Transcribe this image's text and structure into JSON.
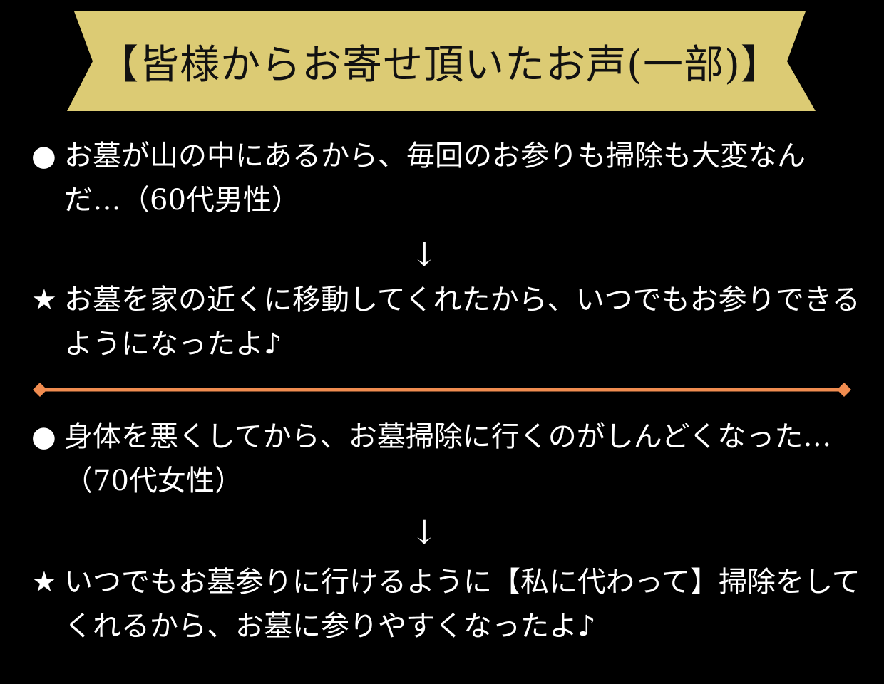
{
  "banner": {
    "title": "【皆様からお寄せ頂いたお声(一部)】",
    "fill_color": "#dccb74"
  },
  "accent_color": "#f08c50",
  "voices": [
    {
      "complaint": {
        "marker": "●",
        "line1": "お墓が山の中にあるから、毎回のお参りも掃除も大変なん",
        "line2": "だ…（60代男性）"
      },
      "arrow": "↓",
      "response": {
        "marker": "★",
        "line1": "お墓を家の近くに移動してくれたから、いつでもお参りできる",
        "line2": "ようになったよ♪"
      }
    },
    {
      "complaint": {
        "marker": "●",
        "line1": "身体を悪くしてから、お墓掃除に行くのがしんどくなった…",
        "line2": "（70代女性）"
      },
      "arrow": "↓",
      "response": {
        "marker": "★",
        "line1": "いつでもお墓参りに行けるように【私に代わって】掃除をして",
        "line2": "くれるから、お墓に参りやすくなったよ♪"
      }
    }
  ]
}
